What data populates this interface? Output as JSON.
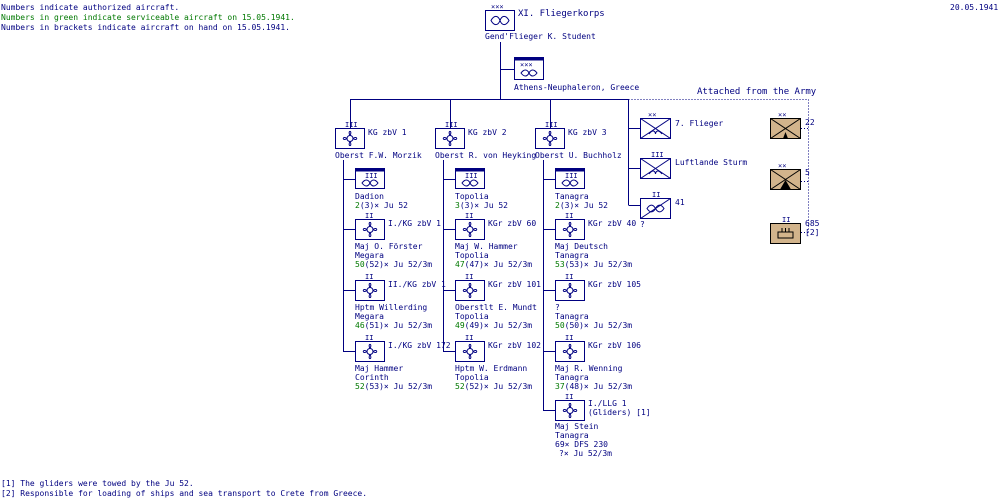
{
  "legend": {
    "line1": "Numbers indicate authorized aircraft.",
    "line2": "Numbers in green indicate serviceable aircraft on 15.05.1941.",
    "line3": "Numbers in brackets indicate aircraft on hand on 15.05.1941."
  },
  "date": "20.05.1941",
  "top": {
    "name": "XI. Fliegerkorps",
    "commander": "Gend'Flieger K. Student"
  },
  "hq": {
    "location": "Athens-Neuphaleron, Greece"
  },
  "attached_label": "Attached from the Army",
  "groups": [
    {
      "name": "KG zbV 1",
      "commander": "Oberst F.W. Morzik",
      "staff": {
        "location": "Dadion",
        "green": "2",
        "rest": "(3)× Ju 52"
      },
      "units": [
        {
          "name": "I./KG zbV 1",
          "commander": "Maj O. Förster",
          "location": "Megara",
          "green": "50",
          "rest": "(52)× Ju 52/3m"
        },
        {
          "name": "II./KG zbV 1",
          "commander": "Hptm Willerding",
          "location": "Megara",
          "green": "46",
          "rest": "(51)× Ju 52/3m"
        },
        {
          "name": "I./KG zbV 172",
          "commander": "Maj Hammer",
          "location": "Corinth",
          "green": "52",
          "rest": "(53)× Ju 52/3m"
        }
      ]
    },
    {
      "name": "KG zbV 2",
      "commander": "Oberst R. von Heyking",
      "staff": {
        "location": "Topolia",
        "green": "3",
        "rest": "(3)× Ju 52"
      },
      "units": [
        {
          "name": "KGr zbV 60",
          "commander": "Maj W. Hammer",
          "location": "Topolia",
          "green": "47",
          "rest": "(47)× Ju 52/3m"
        },
        {
          "name": "KGr zbV 101",
          "commander": "Oberstlt E. Mundt",
          "location": "Topolia",
          "green": "49",
          "rest": "(49)× Ju 52/3m"
        },
        {
          "name": "KGr zbV 102",
          "commander": "Hptm W. Erdmann",
          "location": "Topolia",
          "green": "52",
          "rest": "(52)× Ju 52/3m"
        }
      ]
    },
    {
      "name": "KG zbV 3",
      "commander": "Oberst U. Buchholz",
      "staff": {
        "location": "Tanagra",
        "green": "2",
        "rest": "(3)× Ju 52"
      },
      "units": [
        {
          "name": "KGr zbV 40",
          "commander": "Maj Deutsch",
          "location": "Tanagra",
          "green": "53",
          "rest": "(53)× Ju 52/3m"
        },
        {
          "name": "KGr zbV 105",
          "commander": "?",
          "location": "Tanagra",
          "green": "50",
          "rest": "(50)× Ju 52/3m"
        },
        {
          "name": "KGr zbV 106",
          "commander": "Maj R. Wenning",
          "location": "Tanagra",
          "green": "37",
          "rest": "(48)× Ju 52/3m"
        }
      ],
      "gliders": {
        "name1": "I./LLG 1",
        "name2": "(Gliders) [1]",
        "commander": "Maj Stein",
        "location": "Tanagra",
        "line1": "69× DFS 230",
        "line2": "?× Ju 52/3m"
      }
    }
  ],
  "side": {
    "div7": "7. Flieger",
    "luftlande": "Luftlande Sturm",
    "unit41": "41",
    "unit41_commander": "?"
  },
  "army": {
    "a1": "22",
    "a2": "5",
    "a3": "685",
    "a3_note": "[2]"
  },
  "footnotes": {
    "f1": "[1] The gliders were towed by the Ju 52.",
    "f2": "[2] Responsible for loading of ships and sea transport to Crete from Greece."
  }
}
